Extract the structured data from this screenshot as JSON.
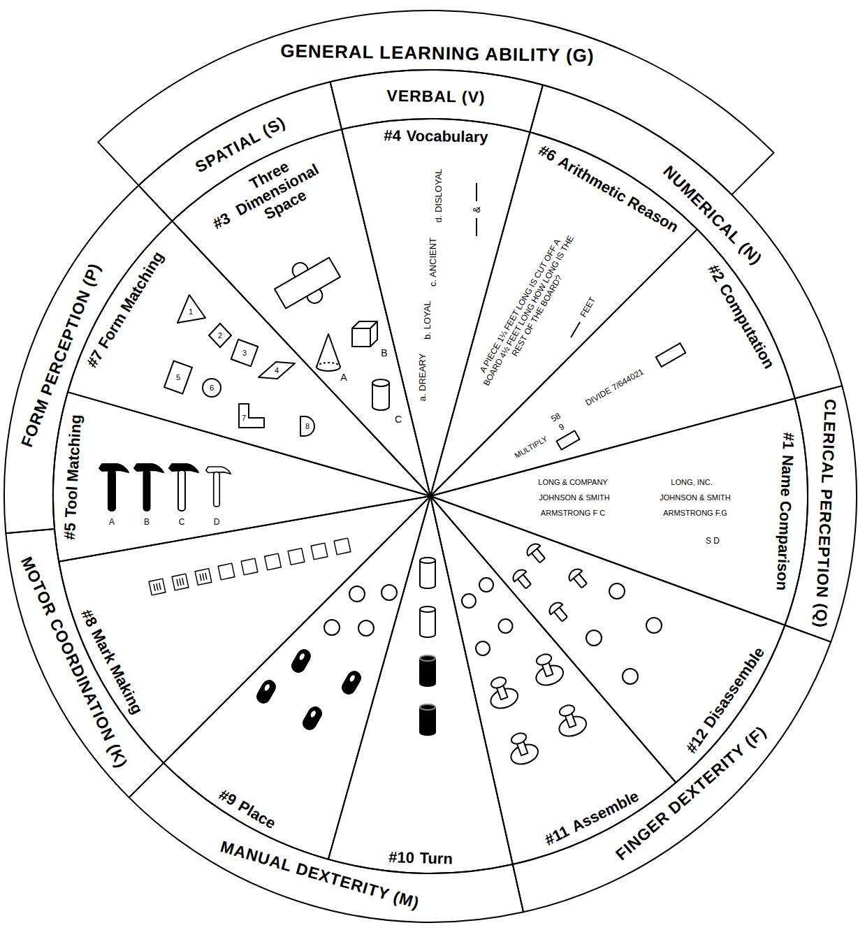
{
  "diagram": {
    "nodes": [
      {
        "text": [
          "GENERAL LEARNING ABILITY (G)"
        ]
      },
      {
        "text": [
          "SPATIAL (S)"
        ]
      },
      {
        "text": [
          "VERBAL (V)"
        ]
      },
      {
        "text": [
          "NUMERICAL (N)"
        ]
      },
      {
        "text": [
          "CLERICAL PERCEPTION (Q)"
        ]
      },
      {
        "text": [
          "FINGER DEXTERITY (F)"
        ]
      },
      {
        "text": [
          "MANUAL DEXTERITY (M)"
        ]
      },
      {
        "text": [
          "MOTOR COORDINATION (K)"
        ]
      },
      {
        "text": [
          "FORM PERCEPTION (P)"
        ]
      },
      {
        "text": [
          "#3",
          "Three Dimensional Space"
        ]
      },
      {
        "text": [
          "#4",
          "Vocabulary"
        ]
      },
      {
        "text": [
          "#6",
          "Arithmetic Reason"
        ]
      },
      {
        "text": [
          "#2",
          "Computation"
        ]
      },
      {
        "text": [
          "#1",
          "Name Comparison"
        ]
      },
      {
        "text": [
          "#12",
          "Disassemble"
        ]
      },
      {
        "text": [
          "#11",
          "Assemble"
        ]
      },
      {
        "text": [
          "#10",
          "Turn"
        ]
      },
      {
        "text": [
          "#9",
          "Place"
        ]
      },
      {
        "text": [
          "#8",
          "Mark Making"
        ]
      },
      {
        "text": [
          "#5",
          "Tool Matching"
        ]
      },
      {
        "text": [
          "#7",
          "Form Matching"
        ]
      }
    ],
    "labels": [
      "A",
      "B",
      "C",
      "a. DREARY",
      "b. LOYAL",
      "c. ANCIENT",
      "d. DISLOYAL",
      "&",
      "A PIECE 1¼ FEET LONG IS CUT OFF A BOARD 4½ FEET LONG HOW LONG IS THE REST OF THE BOARD?",
      "FEET",
      "DIVIDE 7/644021",
      "MULTIPLY",
      "58",
      "9",
      "LONG & COMPANY",
      "LONG, INC.",
      "JOHNSON & SMITH",
      "JOHNSON & SMITH",
      "ARMSTRONG F C",
      "ARMSTRONG F.G",
      "S D",
      "1",
      "2",
      "3",
      "4",
      "5",
      "6",
      "7",
      "8",
      "A",
      "B",
      "C",
      "D"
    ]
  }
}
